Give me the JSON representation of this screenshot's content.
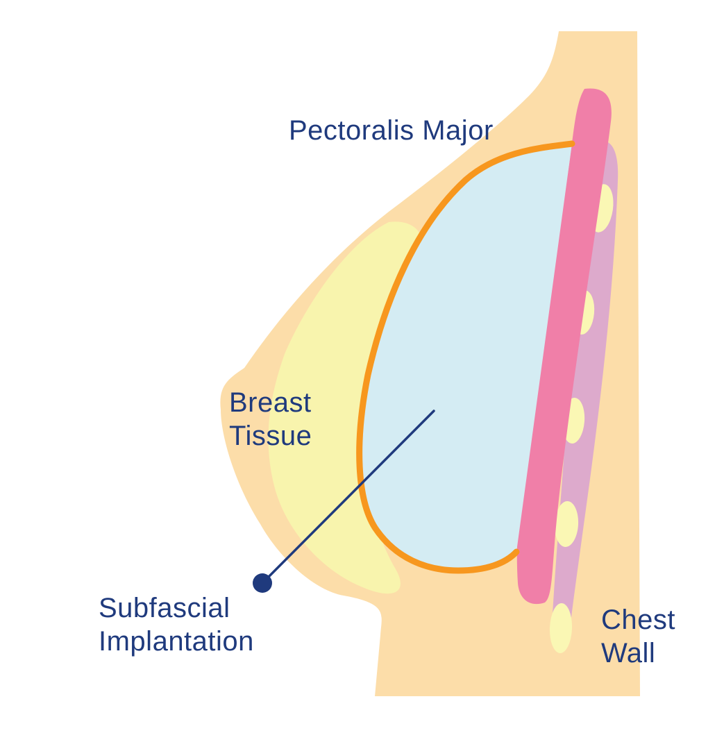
{
  "labels": {
    "pectoralis_major": "Pectoralis Major",
    "breast_tissue": {
      "line1": "Breast",
      "line2": "Tissue"
    },
    "subfascial_implantation": {
      "line1": "Subfascial",
      "line2": "Implantation"
    },
    "chest_wall": {
      "line1": "Chest",
      "line2": "Wall"
    }
  },
  "colors": {
    "skin": "#fcdda9",
    "breast_tissue": "#f8f4ad",
    "implant": "#d4ecf3",
    "implant_outline": "#f7971e",
    "pectoralis_muscle": "#f07fa8",
    "chest_wall": "#ddaacc",
    "ribs": "#faf7b4",
    "label_text": "#1f3a7d",
    "pointer": "#1f3a7d"
  }
}
